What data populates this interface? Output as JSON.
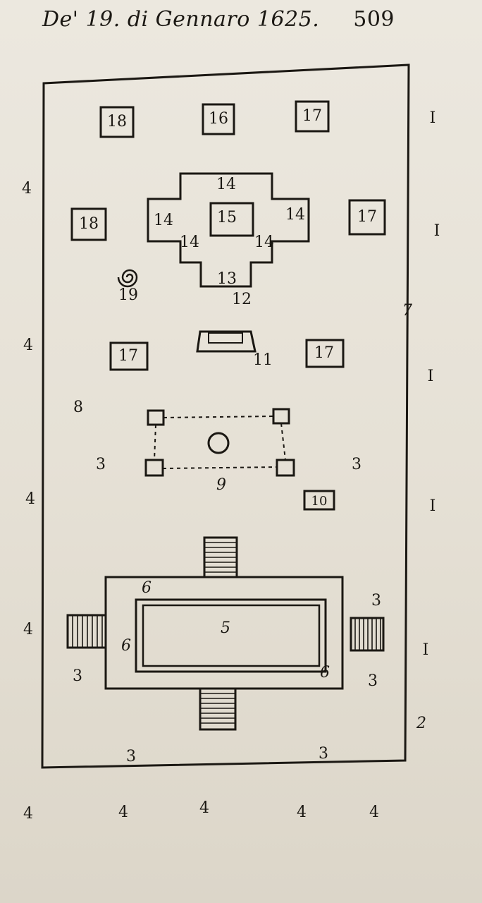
{
  "header": {
    "title": "De' 19. di Gennaro 1625.",
    "folio": "509"
  },
  "plan_labels": {
    "l1a": "I",
    "l1b": "I",
    "l1c": "I",
    "l1d": "I",
    "l1e": "I",
    "l2": "2",
    "l3a": "3",
    "l3b": "3",
    "l3c": "3",
    "l3d": "3",
    "l3e": "3",
    "l3f": "3",
    "l3g": "3",
    "l4a": "4",
    "l4b": "4",
    "l4c": "4",
    "l4d": "4",
    "l4e": "4",
    "l4f": "4",
    "l4g": "4",
    "l4h": "4",
    "l4i": "4",
    "l5": "5",
    "l6a": "6",
    "l6b": "6",
    "l6c": "6",
    "l7": "7",
    "l8": "8",
    "l9": "9",
    "l10": "10",
    "l11": "11",
    "l12": "12",
    "l13": "13",
    "l14a": "14",
    "l14b": "14",
    "l14c": "14",
    "l14d": "14",
    "l14e": "14",
    "l15": "15",
    "l16": "16",
    "l17a": "17",
    "l17b": "17",
    "l17c": "17",
    "l17d": "17",
    "l18a": "18",
    "l18b": "18",
    "l19": "19"
  }
}
